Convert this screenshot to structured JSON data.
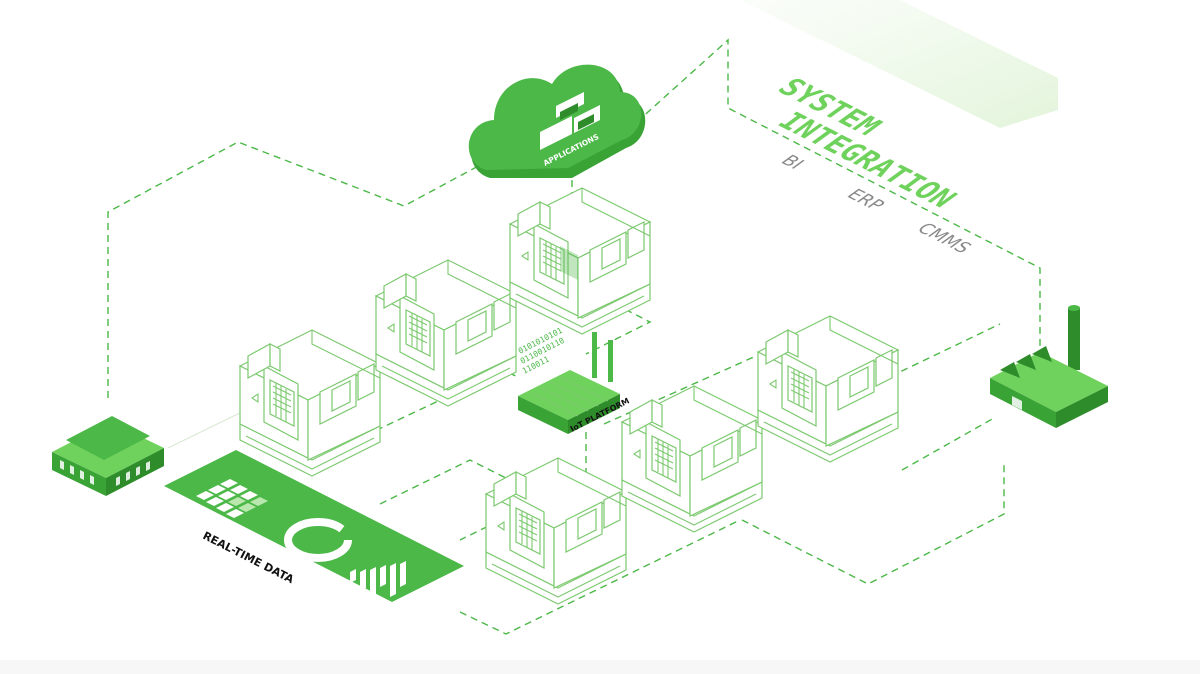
{
  "system_integration": {
    "title_line1": "SYSTEM",
    "title_line2": "INTEGRATION",
    "items": [
      "BI",
      "ERP",
      "CMMS"
    ]
  },
  "cloud": {
    "label": "APPLICATIONS"
  },
  "iot": {
    "label": "IoT PLATFORM",
    "binary": [
      "0101010101",
      "0110010110",
      "110011"
    ]
  },
  "dashboard": {
    "label": "REAL-TIME DATA"
  },
  "colors": {
    "accent": "#4cb848",
    "dark": "#2e8c2a",
    "text_gray": "#8a8a8a"
  },
  "icons": [
    "cloud-icon",
    "factory-icon",
    "warehouse-icon",
    "iot-router-icon",
    "cnc-machine-icon",
    "donut-chart-icon",
    "bar-chart-icon",
    "grid-table-icon"
  ]
}
